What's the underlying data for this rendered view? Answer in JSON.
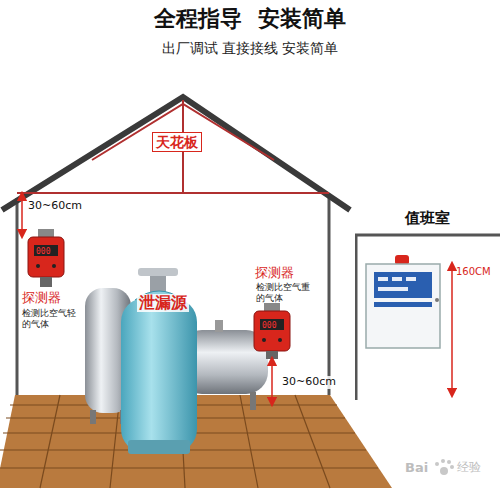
{
  "diagram": {
    "title": "全程指导  安装简单",
    "nodes": [
      {
        "text": [
          "值班室"
        ]
      }
    ],
    "labels": [
      "出厂调试 直接接线 安装简单",
      "天花板",
      "30~60cm",
      "探测器",
      "检测比空气轻的气体",
      "泄漏源",
      "探测器",
      "检测比空气重的气体",
      "30~60cm",
      "160CM",
      "Bai",
      "经验"
    ]
  }
}
